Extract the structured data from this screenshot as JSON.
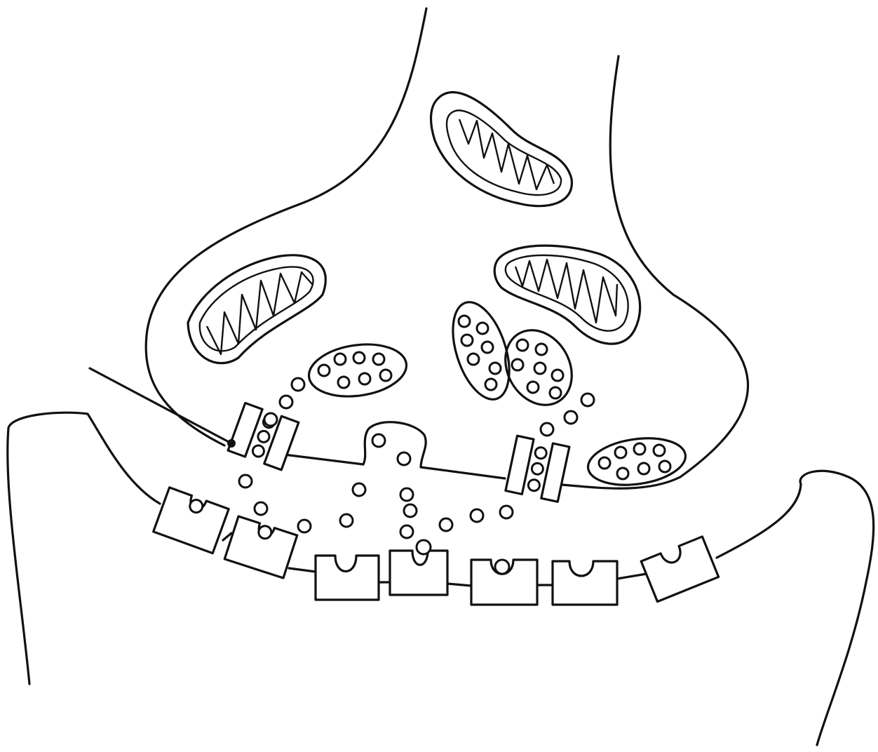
{
  "diagram": {
    "labels": [],
    "colors": {
      "line": "#111111",
      "background": "#ffffff"
    },
    "parts": [
      "presynaptic-terminal",
      "mitochondrion",
      "synaptic-vesicle",
      "calcium-channel",
      "neurotransmitter-molecule",
      "postsynaptic-membrane",
      "receptor",
      "leader-line"
    ]
  }
}
